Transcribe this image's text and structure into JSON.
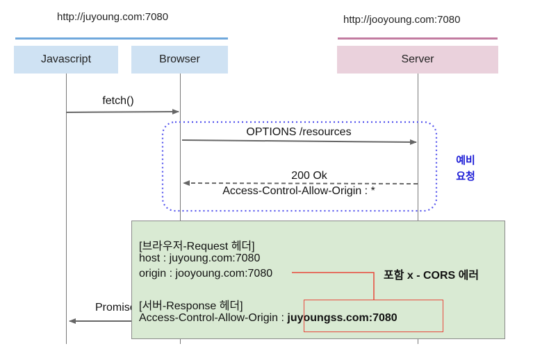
{
  "origins": {
    "client": "http://juyoung.com:7080",
    "server": "http://jooyoung.com:7080"
  },
  "actors": {
    "javascript": "Javascript",
    "browser": "Browser",
    "server": "Server"
  },
  "messages": {
    "fetch": "fetch()",
    "options": "OPTIONS /resources",
    "ok": "200 Ok",
    "acao": "Access-Control-Allow-Origin : *",
    "promise": "Promise"
  },
  "preflight_label": [
    "예비",
    "요청"
  ],
  "note": {
    "browser_request_header": "[브라우저-Request 헤더]",
    "host": "host : juyoung.com:7080",
    "origin": "origin : jooyoung.com:7080",
    "server_response_header": "[서버-Response 헤더]",
    "acao_key": "Access-Control-Allow-Origin : ",
    "acao_value": "juyoungss.com:7080"
  },
  "error_label": "포함 x - CORS 에러",
  "colors": {
    "client_lane": "#6fa8dc",
    "server_lane": "#c27ba0",
    "preflight_border": "#5555ee",
    "highlight": "#e8473b",
    "note_bg": "#d9ead3"
  }
}
